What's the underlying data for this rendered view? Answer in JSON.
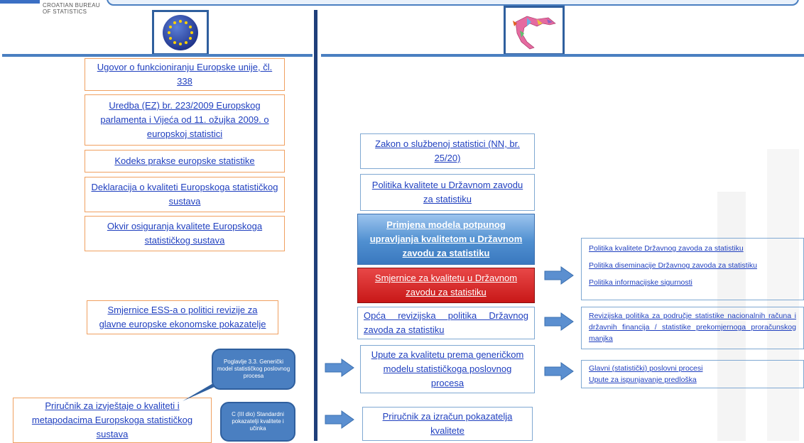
{
  "header": {
    "org_line1": "CROATIAN BUREAU",
    "org_line2": "OF STATISTICS"
  },
  "left_boxes": [
    {
      "text": "Ugovor o funkcioniranju Europske unije, čl. 338"
    },
    {
      "text": "Uredba (EZ) br. 223/2009 Europskog parlamenta i Vijeća od 11. ožujka 2009. o europskoj statistici"
    },
    {
      "text": "Kodeks prakse europske statistike"
    },
    {
      "text": "Deklaracija o kvaliteti Europskoga statističkog sustava"
    },
    {
      "text": "Okvir osiguranja kvalitete Europskoga statističkog sustava"
    },
    {
      "text": "Smjernice ESS-a o politici revizije za glavne europske ekonomske pokazatelje"
    },
    {
      "text": "Priručnik za izvještaje o kvaliteti i metapodacima Europskoga statističkog sustava"
    }
  ],
  "bubbles": [
    {
      "text": "Poglavlje 3.3. Generički model statističkog poslovnog procesa"
    },
    {
      "text": "C (III dio) Standardni pokazatelji kvalitete i učinka"
    }
  ],
  "center_boxes": [
    {
      "text": "Zakon o službenoj statistici (NN, br. 25/20)"
    },
    {
      "text": "Politika kvalitete u Državnom zavodu za statistiku"
    },
    {
      "text": "Primjena modela potpunog upravljanja kvalitetom u Državnom zavodu za statistiku"
    },
    {
      "text": "Smjernice za kvalitetu u Državnom zavodu za statistiku"
    },
    {
      "text": "Opća revizijska politika Državnog zavoda za statistiku"
    },
    {
      "text": "Upute za kvalitetu prema generičkom modelu statističkoga poslovnog procesa"
    },
    {
      "text": "Priručnik za izračun pokazatelja kvalitete"
    }
  ],
  "right_lists": [
    {
      "items": [
        "Politika kvalitete Državnog zavoda za statistiku",
        "Politika diseminacije Državnog zavoda za statistiku",
        "Politika informacijske sigurnosti"
      ]
    },
    {
      "items": [
        "Revizijska politika za područje statistike nacionalnih računa i državnih financija / statistike prekomjernoga proračunskog manjka"
      ]
    },
    {
      "items": [
        "Glavni (statistički) poslovni procesi",
        "Upute za ispunjavanje predloška"
      ]
    }
  ],
  "colors": {
    "link": "#1f3fbf",
    "divider": "#1f3f7a",
    "header_rule": "#4a7fc1",
    "orange_border": "#f0a060",
    "blue_border": "#7fa8d2",
    "highlight_blue": "#4f8fd0",
    "highlight_red": "#d62020",
    "arrow": "#5b8fd0"
  },
  "icons": {
    "eu": "eu-flag-icon",
    "croatia": "croatia-map-icon",
    "arrow": "right-arrow-icon"
  }
}
